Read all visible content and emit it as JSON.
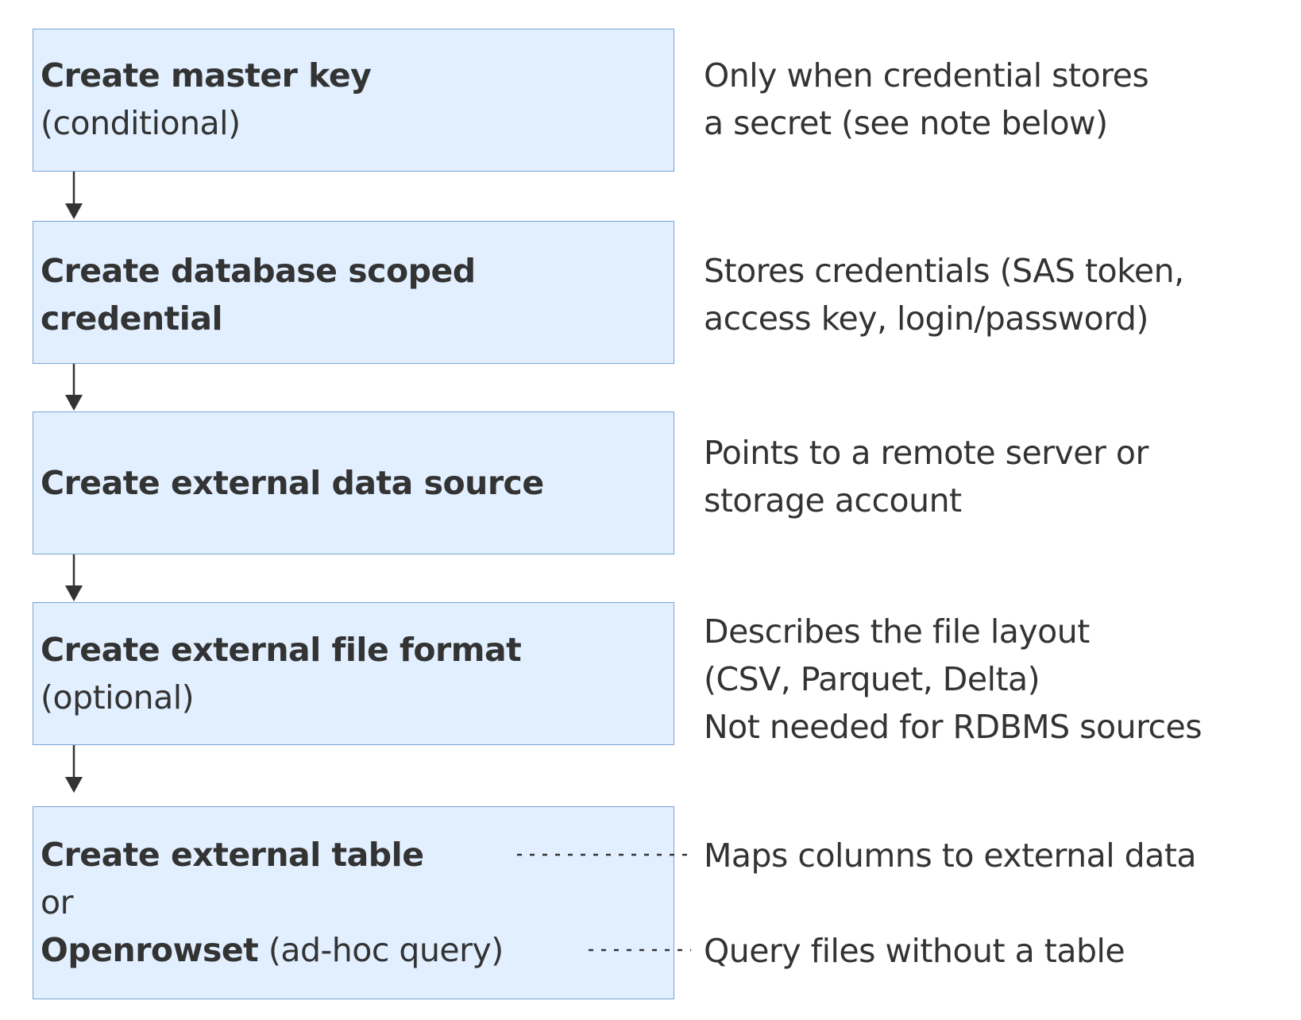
{
  "steps": [
    {
      "title": "Create master key",
      "subtitle": "(conditional)",
      "note": [
        "Only when credential stores",
        "a secret (see note below)"
      ]
    },
    {
      "title_line1": "Create database scoped",
      "title_line2": "credential",
      "note": [
        "Stores credentials (SAS token,",
        "access key, login/password)"
      ]
    },
    {
      "title": "Create external data source",
      "note": [
        "Points to a remote server or",
        "storage account"
      ]
    },
    {
      "title": "Create external file format",
      "subtitle": "(optional)",
      "note": [
        "Describes the file layout",
        "(CSV, Parquet, Delta)",
        "Not needed for RDBMS sources"
      ]
    },
    {
      "title": "Create external table",
      "connector": "or",
      "alt_title": "Openrowset",
      "alt_subtitle": "(ad-hoc query)",
      "note": "Maps columns to external data",
      "alt_note": "Query files without a table"
    }
  ],
  "colors": {
    "box_fill": "#e1efff",
    "box_border": "#7ba3d3",
    "text": "#333333",
    "arrow": "#333333"
  }
}
